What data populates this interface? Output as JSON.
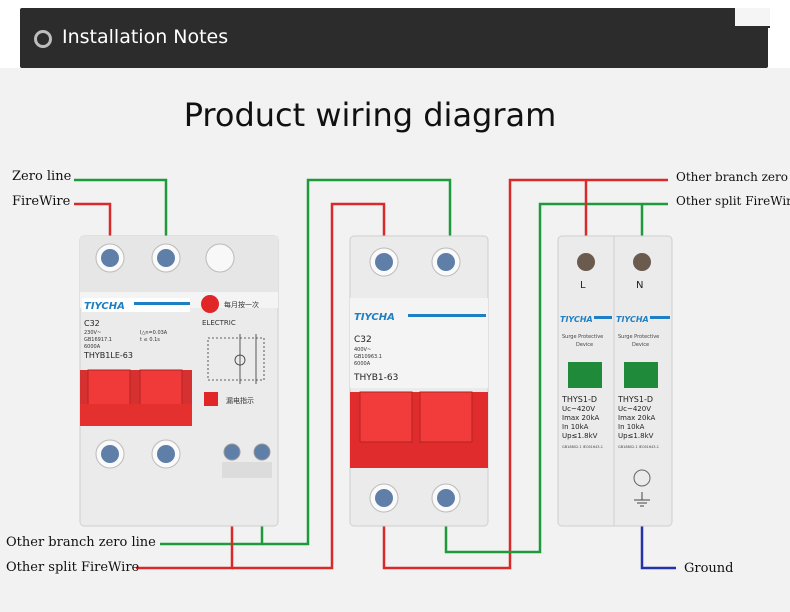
{
  "header": {
    "title": "Installation Notes"
  },
  "diagram": {
    "title": "Product wiring diagram",
    "labels": {
      "zero_line": "Zero line",
      "firewire": "FireWire",
      "other_branch_zero_line_left": "Other branch zero line",
      "other_split_firewire_left": "Other split FireWire",
      "other_branch_zero_line_right": "Other branch zero line",
      "other_split_firewire_right": "Other split FireWire",
      "ground": "Ground"
    },
    "rcbo": {
      "brand": "TIYCHA",
      "rating": "C32",
      "voltage": "230V~",
      "standard": "GB16917.1",
      "capacity": "6000A",
      "trip_current": "I△n=0.03A",
      "trip_time": "t ≤ 0.1s",
      "model": "THYB1LE-63",
      "test_note": "每月按一次",
      "electric": "ELECTRIC",
      "leak_indicator": "漏电指示"
    },
    "mcb": {
      "brand": "TIYCHA",
      "rating": "C32",
      "voltage": "400V~",
      "standard": "GB10963.1",
      "capacity": "6000A",
      "model": "THYB1-63"
    },
    "spd": {
      "terminal_l": "L",
      "terminal_n": "N",
      "brand": "TIYCHA",
      "device_label_1": "Surge Protective",
      "device_label_2": "Device",
      "model": "THYS1-D",
      "uc": "Uc~420V",
      "imax": "Imax 20kA",
      "in": "In     10kA",
      "up": "Up≤1.8kV",
      "standard": "GB18802.1 IEC61643-1"
    },
    "colors": {
      "green": "#1e9a3c",
      "red": "#d92a2a",
      "blue": "#2233aa",
      "breaker_red": "#ee2a2a",
      "tiycha_blue": "#1f7fc4"
    }
  }
}
